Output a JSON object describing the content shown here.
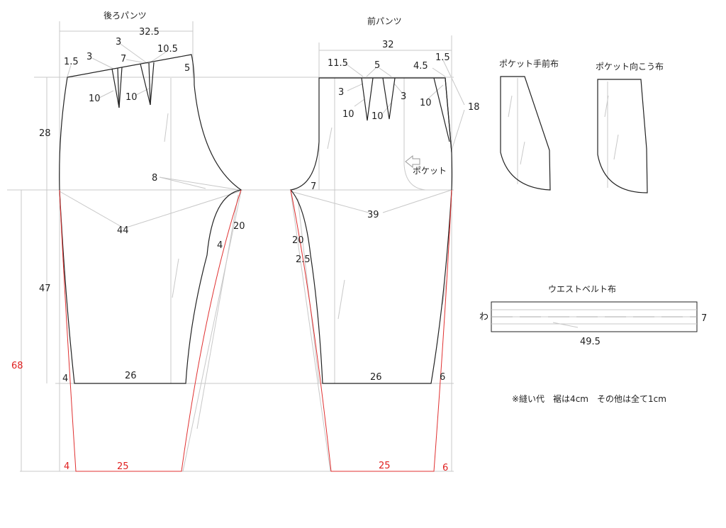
{
  "titles": {
    "back_pants": "後ろパンツ",
    "front_pants": "前パンツ",
    "pocket_facing": "ポケット手前布",
    "pocket_back": "ポケット向こう布",
    "waistband": "ウエストベルト布",
    "pocket_label": "ポケット"
  },
  "back_measure": {
    "waist_width": "32.5",
    "dart_side_left": "1.5",
    "dart_a": "3",
    "dart_b": "3",
    "dart_gap": "7",
    "dart_c": "10.5",
    "dart_right": "5",
    "dart_len_1": "10",
    "dart_len_2": "10",
    "rise_height": "28",
    "crotch_ext": "8",
    "hip_width": "44",
    "inseam_upper": "20",
    "inseam_curve": "4",
    "leg_length": "47",
    "total_length": "68",
    "hem_offset_black": "4",
    "hem_width_black": "26",
    "hem_offset_red": "4",
    "hem_width_red": "25"
  },
  "front_measure": {
    "waist_width": "32",
    "left_offset": "11.5",
    "dart_gap": "5",
    "right_offset": "4.5",
    "side_offset": "1.5",
    "dart_a": "3",
    "dart_b": "3",
    "dart_len_1": "10",
    "dart_len_2": "10",
    "dart_len_3": "10",
    "pocket_depth": "18",
    "crotch_ext": "7",
    "hip_width": "39",
    "inseam_upper": "20",
    "inseam_curve": "2.5",
    "hem_width_black": "26",
    "hem_offset_black": "6",
    "hem_width_red": "25",
    "hem_offset_red": "6"
  },
  "waistband": {
    "fold_mark": "わ",
    "width": "7",
    "length": "49.5"
  },
  "note": "※縫い代　裾は4cm　その他は全て1cm",
  "colors": {
    "pattern_line": "#222222",
    "guide_line": "#c8c8c8",
    "seam_allowance_line": "#e03030"
  }
}
